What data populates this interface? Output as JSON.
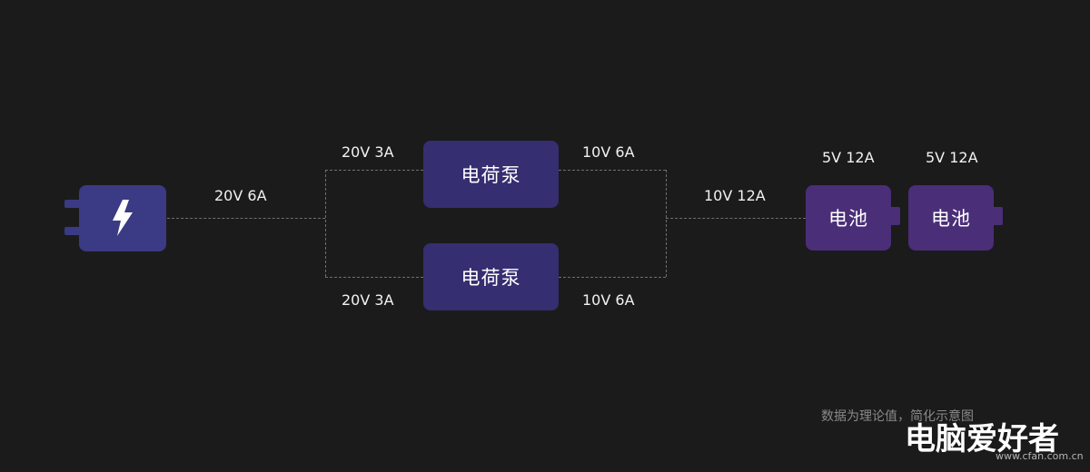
{
  "diagram": {
    "labels": {
      "input": "20V 6A",
      "pump_top_in": "20V 3A",
      "pump_top_out": "10V 6A",
      "pump_bottom_in": "20V 3A",
      "pump_bottom_out": "10V 6A",
      "combined": "10V 12A",
      "battery_1": "5V 12A",
      "battery_2": "5V 12A"
    },
    "pumps": [
      {
        "label": "电荷泵"
      },
      {
        "label": "电荷泵"
      }
    ],
    "batteries": [
      {
        "label": "电池"
      },
      {
        "label": "电池"
      }
    ],
    "charger_icon": "lightning-bolt-icon",
    "note": "数据为理论值，简化示意图",
    "watermark": "电脑爱好者",
    "site": "www.cfan.com.cn"
  },
  "colors": {
    "background": "#1b1b1c",
    "charger": "#3a3a85",
    "pump": "#352e70",
    "battery": "#4a2e77",
    "line": "#6f6f72"
  }
}
